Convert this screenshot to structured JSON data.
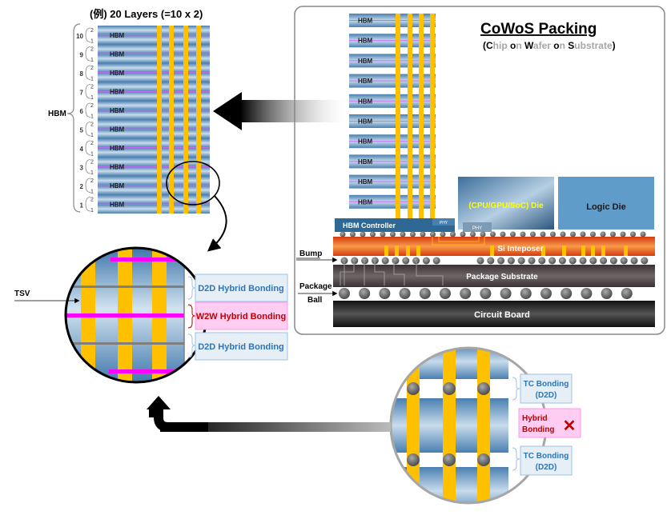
{
  "left_stack": {
    "title": "(例) 20 Layers (=10 x 2)",
    "group_label": "HBM",
    "layers": [
      {
        "index": "10",
        "sub_top": "2",
        "sub_bottom": "1",
        "label": "HBM"
      },
      {
        "index": "9",
        "sub_top": "2",
        "sub_bottom": "1",
        "label": "HBM"
      },
      {
        "index": "8",
        "sub_top": "2",
        "sub_bottom": "1",
        "label": "HBM"
      },
      {
        "index": "7",
        "sub_top": "2",
        "sub_bottom": "1",
        "label": "HBM"
      },
      {
        "index": "6",
        "sub_top": "2",
        "sub_bottom": "1",
        "label": "HBM"
      },
      {
        "index": "5",
        "sub_top": "2",
        "sub_bottom": "1",
        "label": "HBM"
      },
      {
        "index": "4",
        "sub_top": "2",
        "sub_bottom": "1",
        "label": "HBM"
      },
      {
        "index": "3",
        "sub_top": "2",
        "sub_bottom": "1",
        "label": "HBM"
      },
      {
        "index": "2",
        "sub_top": "2",
        "sub_bottom": "1",
        "label": "HBM"
      },
      {
        "index": "1",
        "sub_top": "2",
        "sub_bottom": "1",
        "label": "HBM"
      }
    ]
  },
  "cowos": {
    "title": "CoWoS Packing",
    "subtitle_parts": [
      {
        "text": "(",
        "emph": true
      },
      {
        "text": "C",
        "emph": true
      },
      {
        "text": "hip ",
        "emph": false
      },
      {
        "text": "o",
        "emph": true
      },
      {
        "text": "n ",
        "emph": false
      },
      {
        "text": "W",
        "emph": true
      },
      {
        "text": "afer ",
        "emph": false
      },
      {
        "text": "o",
        "emph": true
      },
      {
        "text": "n ",
        "emph": false
      },
      {
        "text": "S",
        "emph": true
      },
      {
        "text": "ubstrate",
        "emph": false
      },
      {
        "text": ")",
        "emph": true
      }
    ],
    "hbm_stack_labels": [
      "HBM",
      "HBM",
      "HBM",
      "HBM",
      "HBM",
      "HBM",
      "HBM",
      "HBM",
      "HBM",
      "HBM"
    ],
    "hbm_controller": "HBM Controller",
    "phy_label": "PHY",
    "processor_die": "(CPU/GPU/SoC) Die",
    "logic_die": "Logic Die",
    "interposer": "Si Inteposer",
    "package_substrate": "Package Substrate",
    "circuit_board": "Circuit Board",
    "bump_label": "Bump",
    "package_ball_label_1": "Package",
    "package_ball_label_2": "Ball"
  },
  "hybrid_detail": {
    "tsv_label": "TSV",
    "bonds": [
      {
        "label": "D2D Hybrid Bonding",
        "type": "d2d"
      },
      {
        "label": "W2W Hybrid Bonding",
        "type": "w2w"
      },
      {
        "label": "D2D Hybrid Bonding",
        "type": "d2d"
      }
    ]
  },
  "tc_detail": {
    "top_bond": [
      "TC Bonding",
      "(D2D)"
    ],
    "middle_bond": [
      "Hybrid",
      "Bonding"
    ],
    "middle_mark": "✕",
    "bottom_bond": [
      "TC Bonding",
      "(D2D)"
    ]
  },
  "colors": {
    "die_blue": "#5b8fbf",
    "tsv_yellow": "#ffc000",
    "bond_magenta": "#ff00ff",
    "interposer_orange": "#e8501a",
    "d2d_text": "#2e75b6",
    "w2w_text": "#c00000",
    "cross_red": "#c00000"
  }
}
